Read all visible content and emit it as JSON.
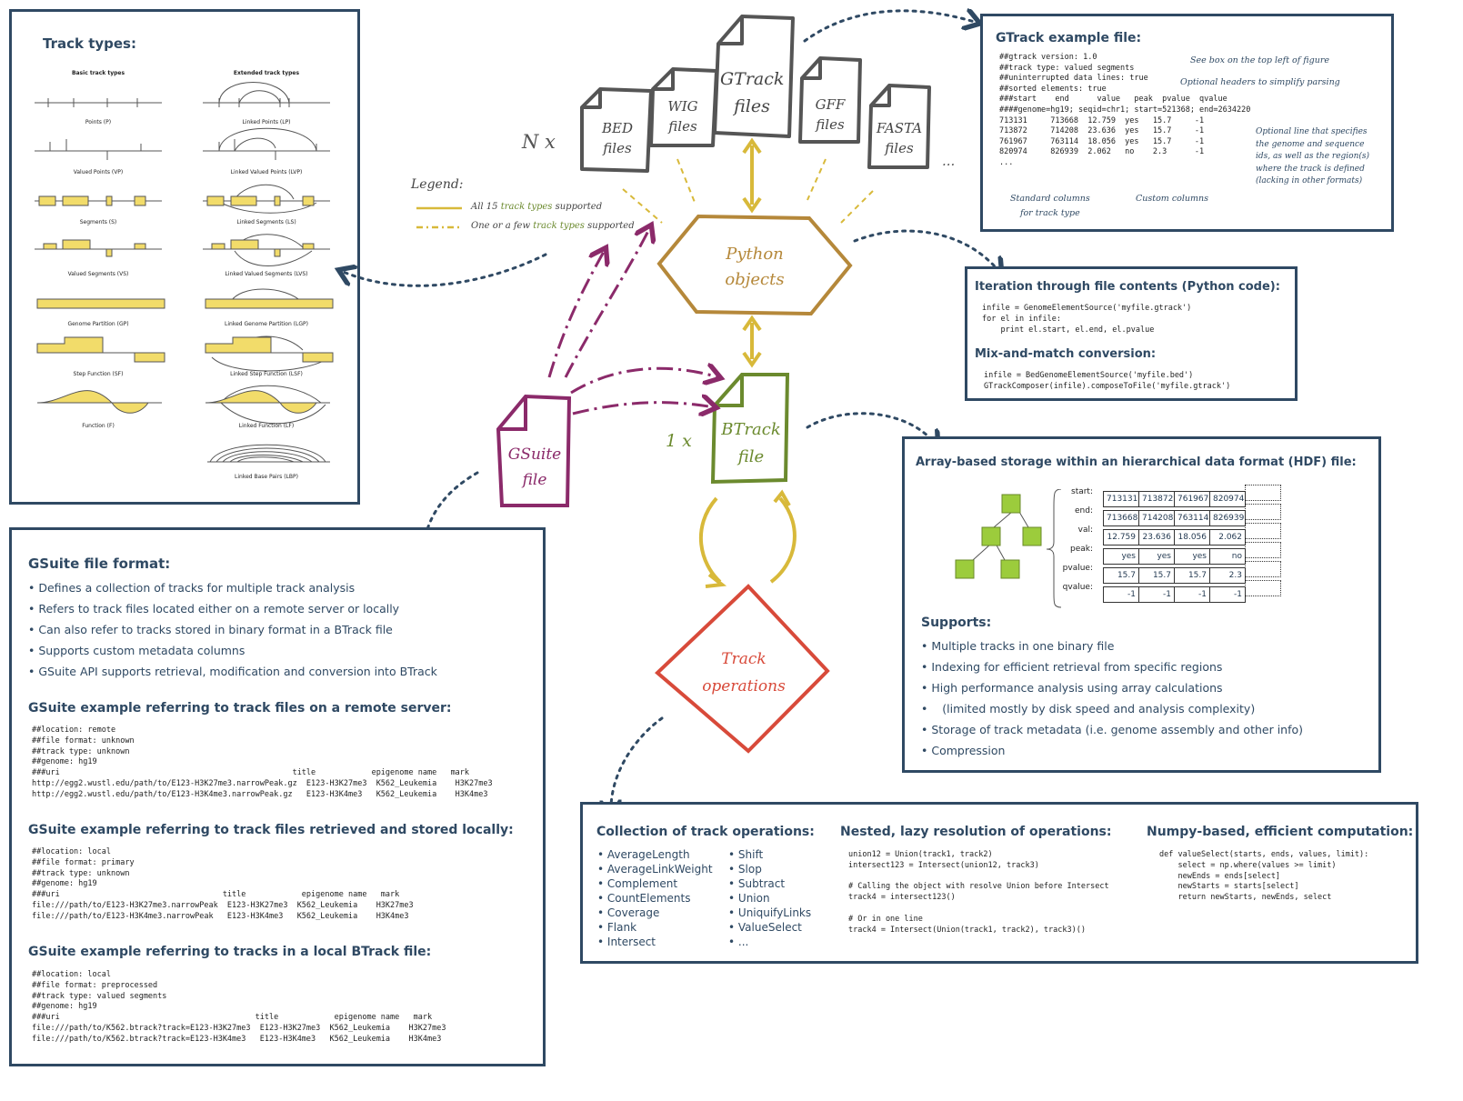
{
  "track_types": {
    "title": "Track types:",
    "basic_header": "Basic track types",
    "extended_header": "Extended track types",
    "basic": [
      "Points (P)",
      "Valued Points (VP)",
      "Segments (S)",
      "Valued Segments (VS)",
      "Genome Partition (GP)",
      "Step Function (SF)",
      "Function (F)"
    ],
    "extended": [
      "Linked Points (LP)",
      "Linked Valued Points (LVP)",
      "Linked Segments (LS)",
      "Linked Valued Segments (LVS)",
      "Linked Genome Partition (LGP)",
      "Linked Step Function (LSF)",
      "Linked Function (LF)",
      "Linked Base Pairs (LBP)"
    ]
  },
  "legend": {
    "title": "Legend:",
    "solid_prefix": "All 15 ",
    "solid_colored": "track types",
    "solid_suffix": " supported",
    "dash_prefix": "One or a few ",
    "dash_colored": "track types",
    "dash_suffix": " supported"
  },
  "center": {
    "n_x": "N x",
    "one_x": "1 x",
    "files": [
      {
        "line1": "BED",
        "line2": "files"
      },
      {
        "line1": "WIG",
        "line2": "files"
      },
      {
        "line1": "GTrack",
        "line2": "files"
      },
      {
        "line1": "GFF",
        "line2": "files"
      },
      {
        "line1": "FASTA",
        "line2": "files"
      }
    ],
    "ellipsis": "...",
    "python_line1": "Python",
    "python_line2": "objects",
    "btrack_line1": "BTrack",
    "btrack_line2": "file",
    "gsuite_line1": "GSuite",
    "gsuite_line2": "file",
    "ops_line1": "Track",
    "ops_line2": "operations"
  },
  "gtrack_example": {
    "title": "GTrack example file:",
    "code": "##gtrack version: 1.0\n##track type: valued segments\n##uninterrupted data lines: true\n##sorted elements: true\n###start    end      value   peak  pvalue  qvalue\n####genome=hg19; seqid=chr1; start=521368; end=2634220\n713131     713668  12.759  yes   15.7     -1\n713872     714208  23.636  yes   15.7     -1\n761967     763114  18.056  yes   15.7     -1\n820974     826939  2.062   no    2.3      -1\n...",
    "note1": "See box on the top left of figure",
    "note2": "Optional headers to simplify parsing",
    "note3": "Optional line that specifies\nthe genome and sequence\nids, as well as the region(s)\nwhere the track is defined\n(lacking in other formats)",
    "std_cols": "Standard columns\nfor track type",
    "custom_cols": "Custom columns"
  },
  "iteration": {
    "title": "Iteration through file contents (Python code):",
    "code": "infile = GenomeElementSource('myfile.gtrack')\nfor el in infile:\n    print el.start, el.end, el.pvalue",
    "title2": "Mix-and-match conversion:",
    "code2": "infile = BedGenomeElementSource('myfile.bed')\nGTrackComposer(infile).composeToFile('myfile.gtrack')"
  },
  "hdf": {
    "title": "Array-based storage within an hierarchical data format (HDF) file:",
    "rows": [
      {
        "label": "start:",
        "values": [
          "713131",
          "713872",
          "761967",
          "820974"
        ]
      },
      {
        "label": "end:",
        "values": [
          "713668",
          "714208",
          "763114",
          "826939"
        ]
      },
      {
        "label": "val:",
        "values": [
          "12.759",
          "23.636",
          "18.056",
          "2.062"
        ]
      },
      {
        "label": "peak:",
        "values": [
          "yes",
          "yes",
          "yes",
          "no"
        ]
      },
      {
        "label": "pvalue:",
        "values": [
          "15.7",
          "15.7",
          "15.7",
          "2.3"
        ]
      },
      {
        "label": "qvalue:",
        "values": [
          "-1",
          "-1",
          "-1",
          "-1"
        ]
      }
    ],
    "supports_title": "Supports:",
    "supports": [
      "Multiple tracks in one binary file",
      "Indexing for efficient retrieval from specific regions",
      "High performance analysis using array calculations",
      "   (limited mostly by disk speed and analysis complexity)",
      "Storage of track metadata (i.e. genome assembly and other info)",
      "Compression"
    ]
  },
  "gsuite": {
    "title": "GSuite file format:",
    "bullets": [
      "Defines a collection of tracks for multiple track analysis",
      "Refers to track files located either on a remote server or locally",
      "Can also refer to tracks stored in binary format in a BTrack file",
      "Supports custom metadata columns",
      "GSuite API supports retrieval, modification and conversion into BTrack"
    ],
    "ex1_title": "GSuite example referring to track files on a remote server:",
    "ex1_code": "##location: remote\n##file format: unknown\n##track type: unknown\n##genome: hg19\n###uri                                                  title            epigenome name   mark\nhttp://egg2.wustl.edu/path/to/E123-H3K27me3.narrowPeak.gz  E123-H3K27me3  K562_Leukemia    H3K27me3\nhttp://egg2.wustl.edu/path/to/E123-H3K4me3.narrowPeak.gz   E123-H3K4me3   K562_Leukemia    H3K4me3",
    "ex2_title": "GSuite example referring to track files retrieved and stored locally:",
    "ex2_code": "##location: local\n##file format: primary\n##track type: unknown\n##genome: hg19\n###uri                                   title            epigenome name   mark\nfile:///path/to/E123-H3K27me3.narrowPeak  E123-H3K27me3  K562_Leukemia    H3K27me3\nfile:///path/to/E123-H3K4me3.narrowPeak   E123-H3K4me3   K562_Leukemia    H3K4me3",
    "ex3_title": "GSuite example referring to tracks in a local BTrack file:",
    "ex3_code": "##location: local\n##file format: preprocessed\n##track type: valued segments\n##genome: hg19\n###uri                                          title            epigenome name   mark\nfile:///path/to/K562.btrack?track=E123-H3K27me3  E123-H3K27me3  K562_Leukemia    H3K27me3\nfile:///path/to/K562.btrack?track=E123-H3K4me3   E123-H3K4me3   K562_Leukemia    H3K4me3"
  },
  "operations": {
    "title1": "Collection of track operations:",
    "col1": [
      "AverageLength",
      "AverageLinkWeight",
      "Complement",
      "CountElements",
      "Coverage",
      "Flank",
      "Intersect"
    ],
    "col2": [
      "Shift",
      "Slop",
      "Subtract",
      "Union",
      "UniquifyLinks",
      "ValueSelect",
      "..."
    ],
    "title2": "Nested, lazy resolution of operations:",
    "code2": "union12 = Union(track1, track2)\nintersect123 = Intersect(union12, track3)\n\n# Calling the object with resolve Union before Intersect\ntrack4 = intersect123()\n\n# Or in one line\ntrack4 = Intersect(Union(track1, track2), track3)()",
    "title3": "Numpy-based, efficient computation:",
    "code3": "def valueSelect(starts, ends, values, limit):\n    select = np.where(values >= limit)\n    newEnds = ends[select]\n    newStarts = starts[select]\n    return newStarts, newEnds, select"
  },
  "colors": {
    "navy": "#2f4963",
    "gold": "#d8b93a",
    "olive": "#6b8a2e",
    "purple": "#8b2a6a",
    "red": "#d84a3a",
    "brown": "#b5883a",
    "gray": "#555555",
    "green_node": "#9ccc3c"
  }
}
